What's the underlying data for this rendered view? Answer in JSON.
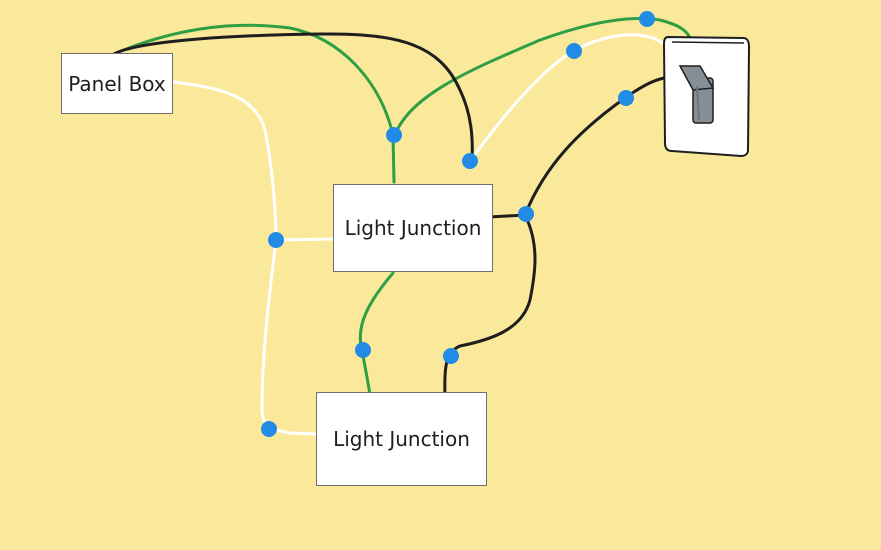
{
  "diagram": {
    "labels": {
      "panel_box": "Panel Box",
      "light_junction_1": "Light Junction",
      "light_junction_2": "Light Junction"
    },
    "icons": {
      "switch": "light-switch-icon"
    },
    "colors": {
      "background": "#fae99b",
      "hot_wire": "#1e1e1e",
      "ground_wire": "#2f9e44",
      "neutral_wire": "#ffffff",
      "connector_dot": "#228be6"
    }
  }
}
